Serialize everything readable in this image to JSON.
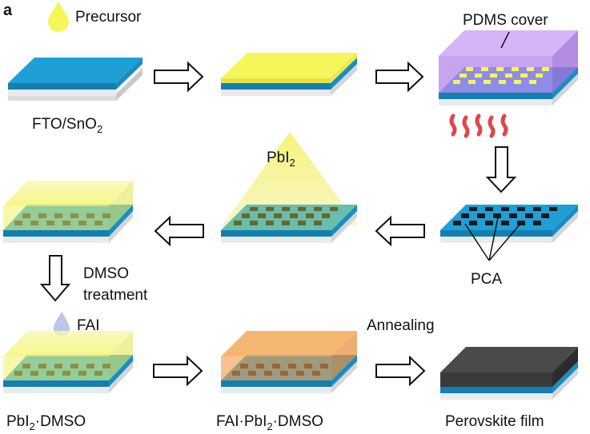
{
  "panel_label": "a",
  "labels": {
    "precursor": "Precursor",
    "fto": "FTO/SnO",
    "fto_sub": "2",
    "pdms_cover": "PDMS cover",
    "pbi2": "PbI",
    "pbi2_sub": "2",
    "dmso_line1": "DMSO",
    "dmso_line2": "treatment",
    "pca": "PCA",
    "fai": "FAI",
    "annealing": "Annealing",
    "pbi2_dmso_a": "PbI",
    "pbi2_dmso_sub": "2",
    "pbi2_dmso_b": "·DMSO",
    "fai_pbi2_dmso_a": "FAI·PbI",
    "fai_pbi2_dmso_sub": "2",
    "fai_pbi2_dmso_b": "·DMSO",
    "perovskite": "Perovskite film"
  },
  "colors": {
    "substrate_blue": "#1f9fd6",
    "substrate_blue_dark": "#137fb0",
    "precursor_yellow": "#f6f55a",
    "pdms_purple": "#b486e8",
    "dmso_yellow": "#f2f26a",
    "fai_orange": "#f39a45",
    "perovskite_dark": "#3a3a3a",
    "pca_dots": "#1a1a1a",
    "droplet_fai": "#b9c8e6",
    "gas_red": "#e0464b"
  }
}
